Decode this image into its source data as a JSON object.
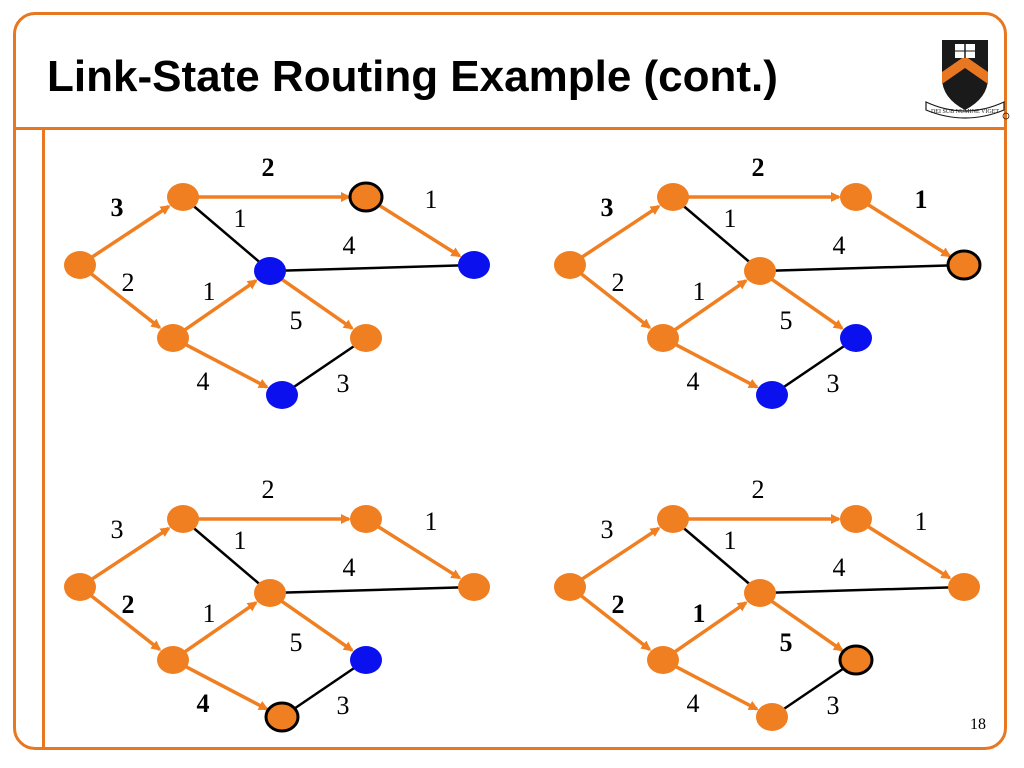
{
  "slide": {
    "title": "Link-State Routing Example (cont.)",
    "page_number": "18"
  },
  "colors": {
    "accent": "#e87722",
    "unvisited_node": "#0a10ee",
    "visited_node": "#f07f22",
    "tree_edge": "#f07f22",
    "other_edge": "#000000"
  },
  "logo": {
    "icon": "princeton-shield-icon",
    "motto": "DEI SUB NUMINE VIGET"
  },
  "graphs": [
    {
      "blue_nodes": [
        "g",
        "d",
        "f"
      ],
      "ring_nodes": [
        "e"
      ],
      "orange_edges": [
        "ab",
        "ac",
        "be",
        "bd_none",
        "cd",
        "cf",
        "dg",
        "eg"
      ],
      "labels": {
        "ab": "3",
        "ac": "2",
        "be": "2",
        "bd": "1",
        "cd": "1",
        "dg": "4",
        "dh": "5",
        "cf": "4",
        "fh": "3",
        "eg": "1"
      },
      "bold_labels": [
        "ab",
        "be"
      ]
    },
    {
      "blue_nodes": [
        "h",
        "f"
      ],
      "ring_nodes": [
        "g"
      ],
      "labels": {
        "ab": "3",
        "ac": "2",
        "be": "2",
        "bd": "1",
        "cd": "1",
        "dg": "4",
        "dh": "5",
        "cf": "4",
        "fh": "3",
        "eg": "1"
      },
      "bold_labels": [
        "ab",
        "be",
        "eg"
      ]
    },
    {
      "blue_nodes": [
        "h"
      ],
      "ring_nodes": [
        "f"
      ],
      "labels": {
        "ab": "3",
        "ac": "2",
        "be": "2",
        "bd": "1",
        "cd": "1",
        "dg": "4",
        "dh": "5",
        "cf": "4",
        "fh": "3",
        "eg": "1"
      },
      "bold_labels": [
        "ac",
        "cf"
      ]
    },
    {
      "blue_nodes": [],
      "ring_nodes": [
        "h"
      ],
      "labels": {
        "ab": "3",
        "ac": "2",
        "be": "2",
        "bd": "1",
        "cd": "1",
        "dg": "4",
        "dh": "5",
        "cf": "4",
        "fh": "3",
        "eg": "1"
      },
      "bold_labels": [
        "ac",
        "cd",
        "dh"
      ]
    }
  ]
}
